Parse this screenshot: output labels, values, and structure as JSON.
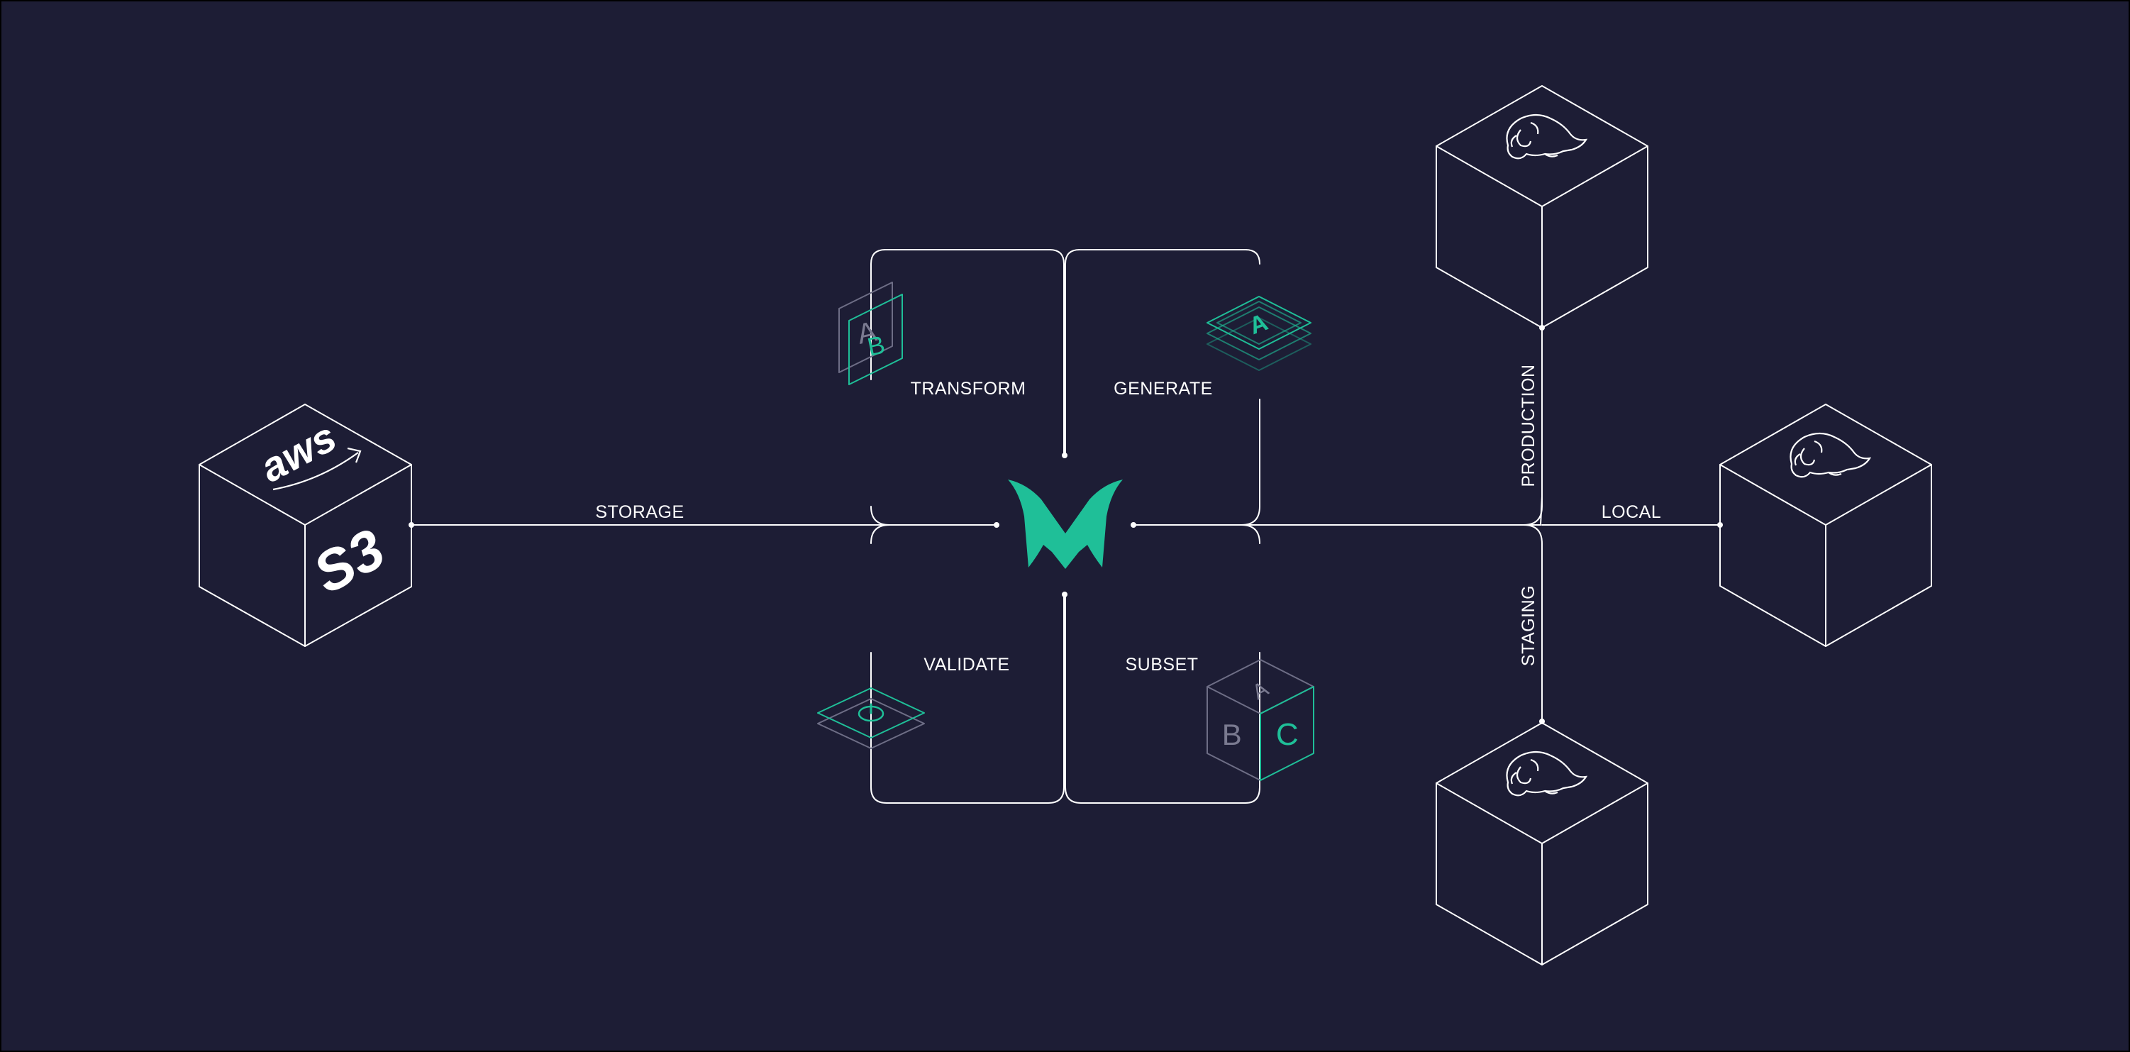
{
  "labels": {
    "storage": "STORAGE",
    "transform": "TRANSFORM",
    "generate": "GENERATE",
    "validate": "VALIDATE",
    "subset": "SUBSET",
    "production": "PRODUCTION",
    "local": "LOCAL",
    "staging": "STAGING"
  },
  "s3_cube": {
    "top_text": "aws",
    "front_text": "S3"
  },
  "subset_cube": {
    "letters": [
      "A",
      "B",
      "C"
    ]
  },
  "transform_icon": {
    "letters": [
      "A",
      "B"
    ]
  },
  "generate_icon": {
    "letter": "A"
  },
  "colors": {
    "background": "#1d1d35",
    "line": "#ffffff",
    "accent": "#1fbf98",
    "muted": "#6e6e86"
  },
  "icons": {
    "center_logo": "m-logo-icon",
    "database_cubes": "postgres-elephant-icon",
    "storage_cube": "aws-s3-icon",
    "validate": "power-check-icon"
  }
}
